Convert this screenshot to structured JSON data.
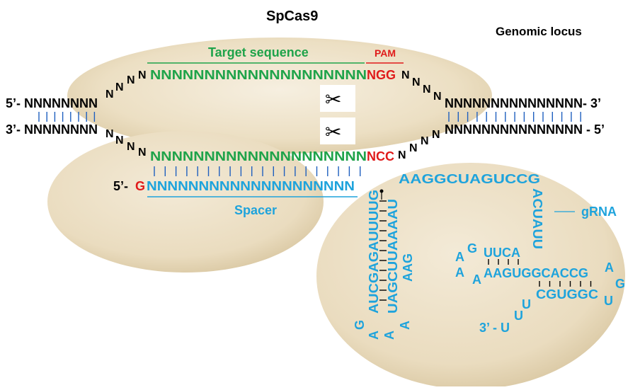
{
  "colors": {
    "black": "#000000",
    "green": "#1fa34a",
    "red": "#e01b1b",
    "blue": "#1ea3dc",
    "tick_blue": "#1e5fbf",
    "blob_light": "#f3ead7",
    "blob_dark": "#dccba6"
  },
  "title": "SpCas9",
  "genomic_locus": "Genomic locus",
  "target_label": "Target sequence",
  "pam_label": "PAM",
  "spacer_label": "Spacer",
  "grna_label": "gRNA",
  "scissors_icon": "scissors-icon",
  "top_strand": {
    "left": "5’- NNNNNNNN",
    "n": "N",
    "target": "NNNNNNNNNNNNNNNNNNNN",
    "pam": "NGG",
    "right": "NNNNNNNNNNNNNNN- 3’"
  },
  "bottom_strand": {
    "left": "3’- NNNNNNNN",
    "n": "N",
    "target": "NNNNNNNNNNNNNNNNNNNN",
    "pam": "NCC",
    "right": "NNNNNNNNNNNNNNN - 5’"
  },
  "grna_strand": {
    "prefix": "5’- ",
    "g": "G",
    "spacer": "NNNNNNNNNNNNNNNNNNNN"
  },
  "stem": {
    "col1": "AUCGAGAUUUUG",
    "col2": "UAGCUUAAAAU",
    "col3": "AAG",
    "loop_g": "G",
    "loop_a1": "A",
    "loop_a2": "A",
    "loop_a3": "A"
  },
  "hairpin": {
    "top": "AAGGCUAGUCCG",
    "vertical": "ACUAUU",
    "uuca": "UUCA",
    "g": "G",
    "a1": "A",
    "a2": "A",
    "a3": "A",
    "aagugg": "AAGUGGCACCG",
    "cguggc": "CGUGGC",
    "rA": "A",
    "rG": "G",
    "rU": "U",
    "tail": "3’ - U",
    "u1": "U",
    "u2": "U"
  }
}
